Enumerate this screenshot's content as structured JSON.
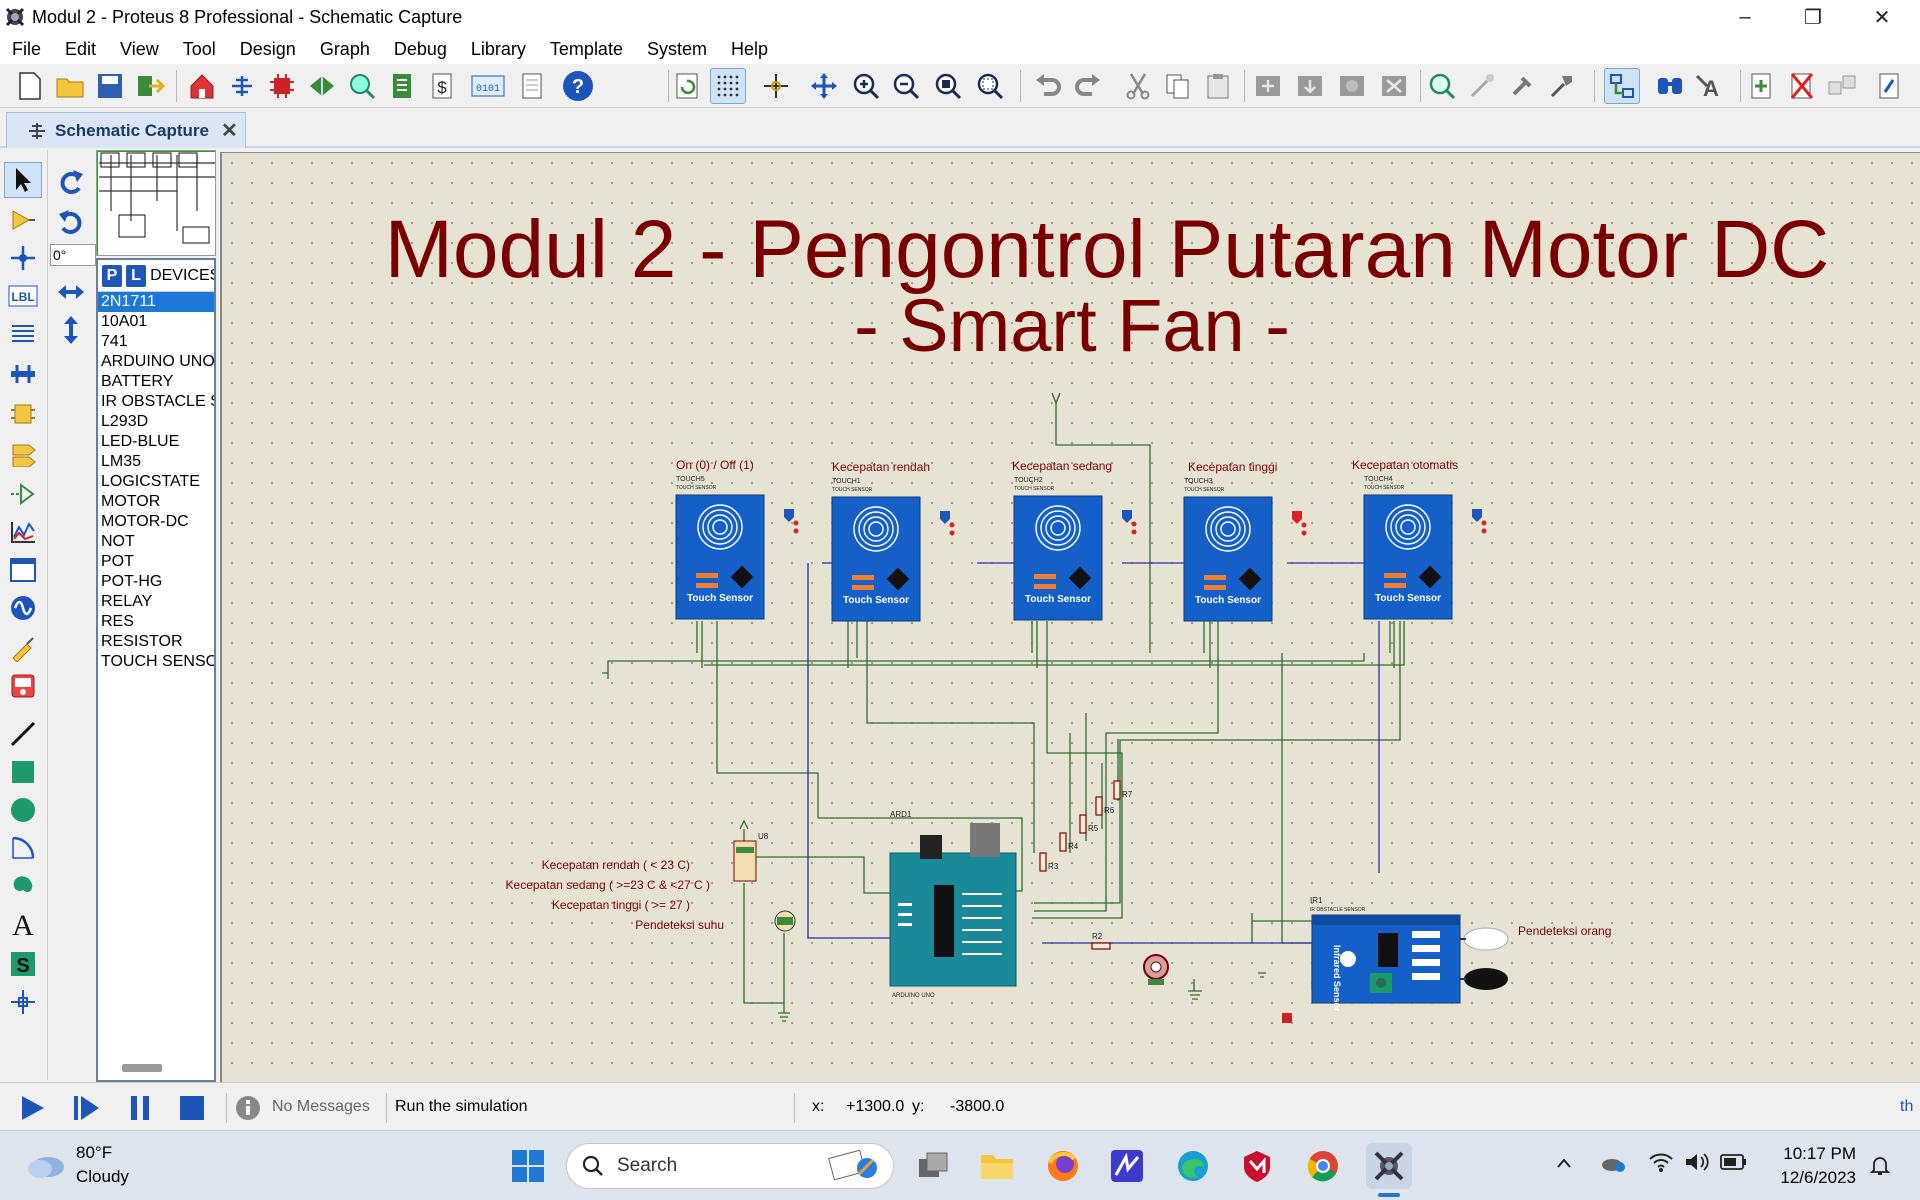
{
  "window": {
    "title": "Modul 2 - Proteus 8 Professional - Schematic Capture"
  },
  "menu": [
    "File",
    "Edit",
    "View",
    "Tool",
    "Design",
    "Graph",
    "Debug",
    "Library",
    "Template",
    "System",
    "Help"
  ],
  "tab": {
    "label": "Schematic Capture"
  },
  "rotation": {
    "value": "0°"
  },
  "devices": {
    "header": "DEVICES",
    "items": [
      "2N1711",
      "10A01",
      "741",
      "ARDUINO UNO",
      "BATTERY",
      "IR OBSTACLE S",
      "L293D",
      "LED-BLUE",
      "LM35",
      "LOGICSTATE",
      "MOTOR",
      "MOTOR-DC",
      "NOT",
      "POT",
      "POT-HG",
      "RELAY",
      "RES",
      "RESISTOR",
      "TOUCH SENSO"
    ],
    "selected_index": 0
  },
  "sheet": {
    "title_line1": "Modul 2 - Pengontrol Putaran Motor DC",
    "title_line2": "- Smart Fan -",
    "sensors": [
      {
        "label": "On (0) / Off (1)",
        "ref": "TOUCH5"
      },
      {
        "label": "Kecepatan rendah",
        "ref": "TOUCH1"
      },
      {
        "label": "Kecepatan sedang",
        "ref": "TOUCH2"
      },
      {
        "label": "Kecepatan tinggi",
        "ref": "TOUCH3"
      },
      {
        "label": "Kecepatan otomatis",
        "ref": "TOUCH4"
      }
    ],
    "sensor_sublabel": "TOUCH SENSOR",
    "sensor_text": "Touch Sensor",
    "temp_notes": [
      "Kecepatan rendah ( < 23 C)",
      "Kecepatan sedang ( >=23 C & <27 C )",
      "Kecepatan tinggi ( >= 27 )",
      "Pendeteksi suhu"
    ],
    "arduino_ref": "ARD1",
    "arduino_sub": "ARDUINO UNO",
    "ir_ref": "IR1",
    "ir_sub": "IR OBSTACLE SENSOR",
    "ir_text": "Infrared Sensor",
    "ir_note": "Pendeteksi orang",
    "u_ref": "U8",
    "resistors": [
      "R3",
      "R4",
      "R5",
      "R6",
      "R7",
      "R2"
    ]
  },
  "status": {
    "messages": "No Messages",
    "text": "Run the simulation",
    "x_label": "x:",
    "x_value": "+1300.0",
    "y_label": "y:",
    "y_value": "-3800.0",
    "right": "th"
  },
  "taskbar": {
    "weather_temp": "80°F",
    "weather_desc": "Cloudy",
    "search": "Search",
    "time": "10:17 PM",
    "date": "12/6/2023"
  },
  "colors": {
    "title": "#7a0000",
    "canvas": "#e6e3d3",
    "wire_green": "#2e6b2e",
    "wire_blue": "#2b2bb0",
    "sensor_blue": "#1560c8"
  }
}
